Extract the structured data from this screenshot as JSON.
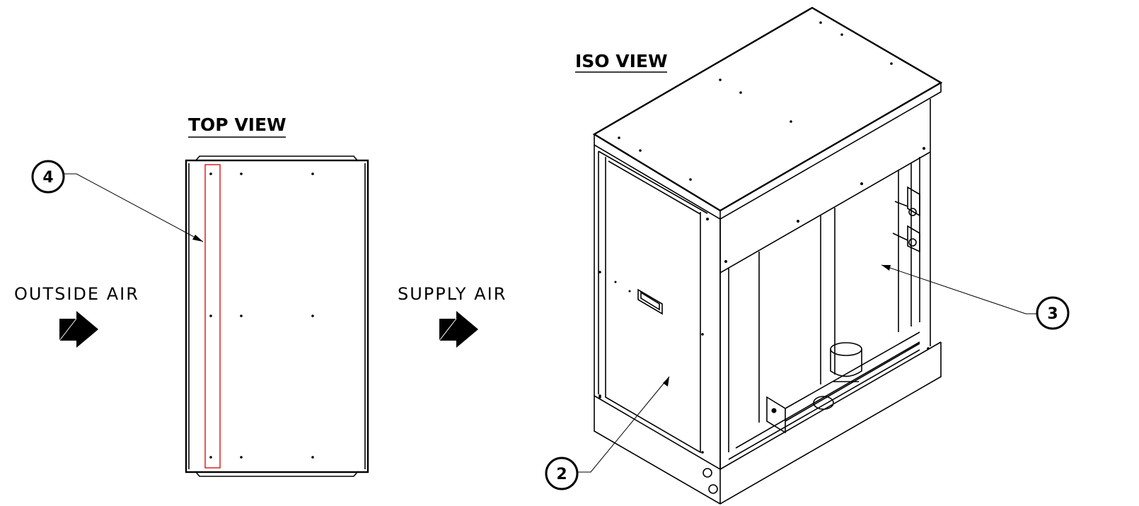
{
  "views": {
    "top_title": "TOP VIEW",
    "iso_title": "ISO VIEW"
  },
  "airflow": {
    "inlet_label": "OUTSIDE AIR",
    "outlet_label": "SUPPLY AIR"
  },
  "callouts": [
    {
      "id": "4"
    },
    {
      "id": "3"
    },
    {
      "id": "2"
    }
  ],
  "colors": {
    "linework": "#000000",
    "highlight": "#e02020",
    "background": "#ffffff"
  }
}
